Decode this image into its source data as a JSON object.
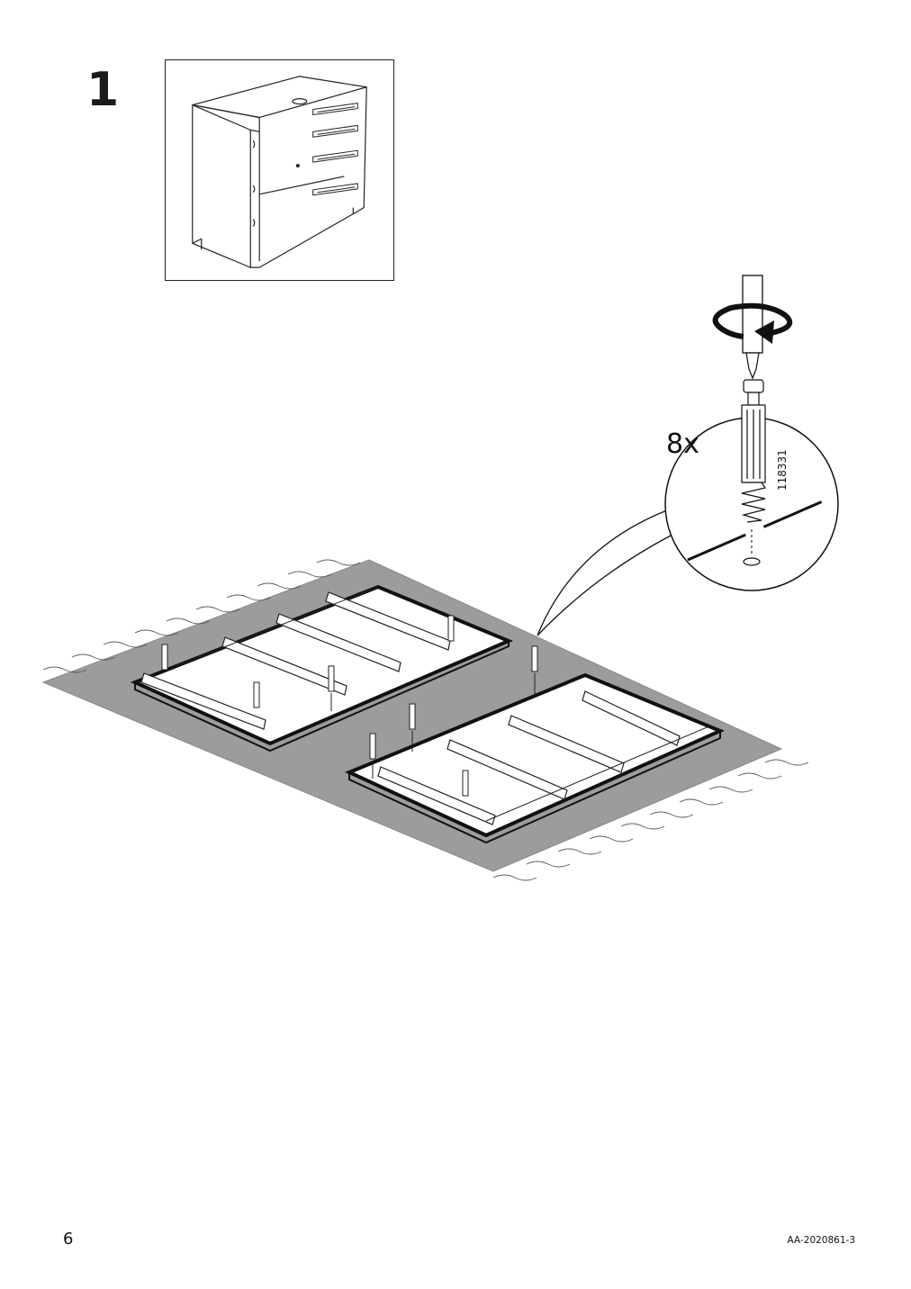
{
  "step": {
    "number": "1"
  },
  "callout": {
    "quantity": "8x",
    "part_number": "118331"
  },
  "footer": {
    "page_number": "6",
    "document_code": "AA-2020861-3"
  },
  "icons": {
    "overview": "dresser-frame-illustration",
    "rotation": "clockwise-rotation-arrow-icon",
    "tool": "screwdriver-icon",
    "part": "dowel-screw-icon"
  }
}
